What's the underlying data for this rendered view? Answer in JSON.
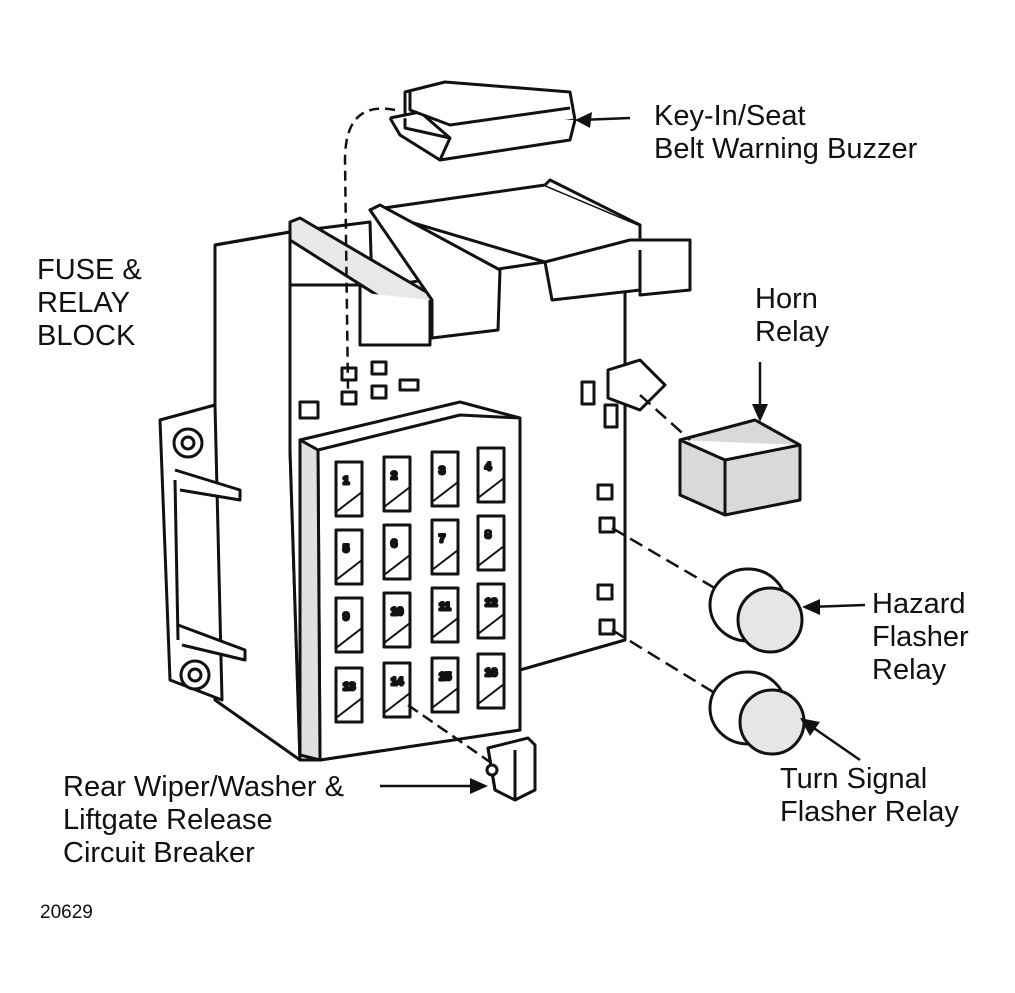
{
  "labels": {
    "block": [
      "FUSE &",
      "RELAY",
      "BLOCK"
    ],
    "buzzer": [
      "Key-In/Seat",
      "Belt Warning Buzzer"
    ],
    "horn": [
      "Horn",
      "Relay"
    ],
    "hazard": [
      "Hazard",
      "Flasher",
      "Relay"
    ],
    "turn": [
      "Turn Signal",
      "Flasher Relay"
    ],
    "breaker": [
      "Rear Wiper/Washer &",
      "Liftgate Release",
      "Circuit Breaker"
    ],
    "figure_id": "20629"
  },
  "fuses": [
    "1",
    "2",
    "3",
    "4",
    "5",
    "6",
    "7",
    "8",
    "9",
    "10",
    "11",
    "12",
    "13",
    "14",
    "15",
    "16"
  ],
  "colors": {
    "line": "#111111",
    "fill": "#ffffff",
    "shade": "#cfcfcf"
  }
}
